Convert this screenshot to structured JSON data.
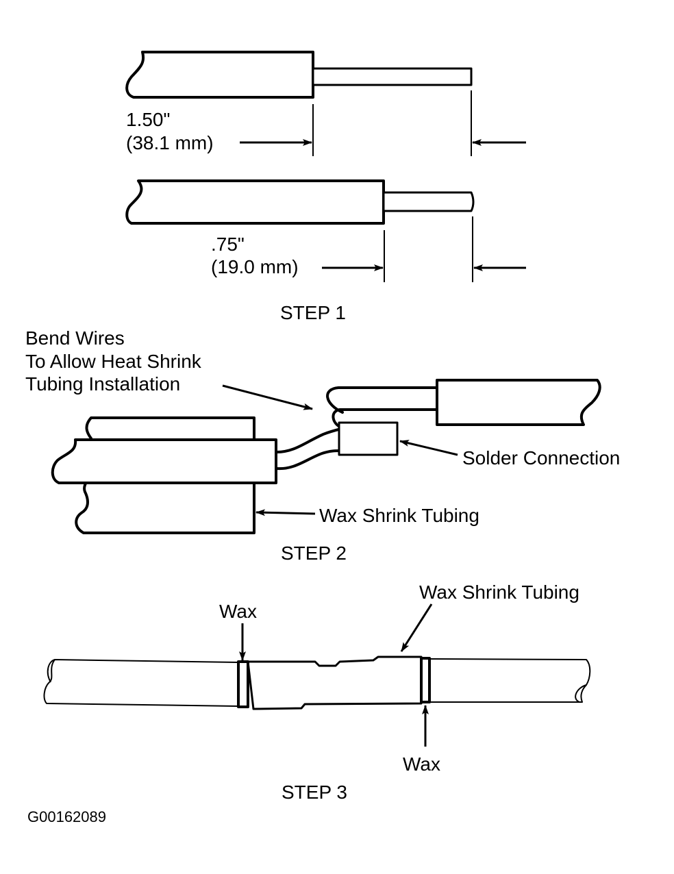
{
  "step1": {
    "title": "STEP 1",
    "strip_long": {
      "inches": "1.50\"",
      "mm": "(38.1 mm)"
    },
    "strip_short": {
      "inches": ".75\"",
      "mm": "(19.0 mm)"
    }
  },
  "step2": {
    "title": "STEP 2",
    "bend_note": {
      "line1": "Bend Wires",
      "line2": "To Allow Heat Shrink",
      "line3": "Tubing Installation"
    },
    "solder_label": "Solder Connection",
    "tubing_label": "Wax Shrink Tubing"
  },
  "step3": {
    "title": "STEP 3",
    "tubing_label": "Wax Shrink Tubing",
    "wax_left_label": "Wax",
    "wax_right_label": "Wax"
  },
  "figure_id": "G00162089"
}
